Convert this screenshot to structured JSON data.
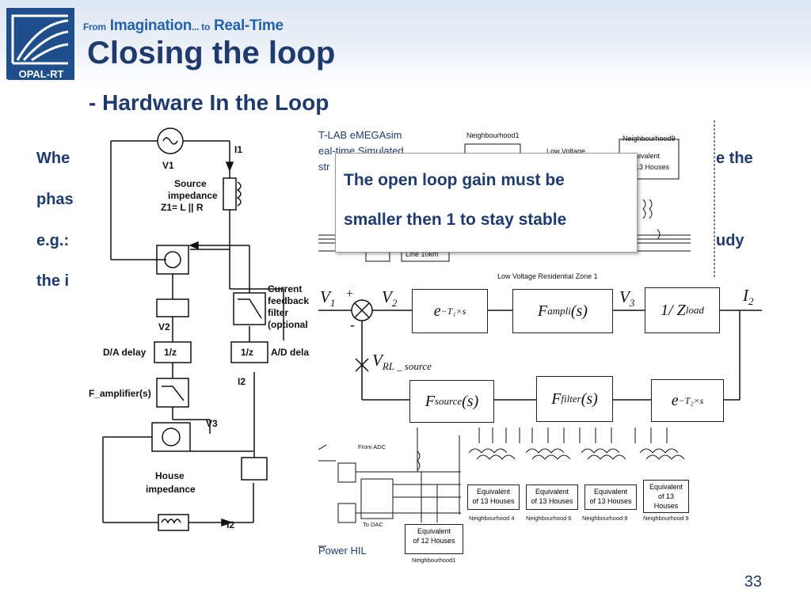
{
  "header": {
    "logo_text": "OPAL-RT",
    "tagline_from": "From",
    "tagline_imagination": "Imagination",
    "tagline_ellipsis_to": "... to",
    "tagline_realtime": "Real-Time"
  },
  "slide": {
    "title": "Closing the loop",
    "subtitle": "- Hardware In the Loop",
    "body_lines": [
      "Whe",
      "phas",
      "e.g.:",
      "the i"
    ],
    "body_right_fragments": [
      "e the",
      "udy"
    ],
    "page_number": "33"
  },
  "callout": {
    "line1": "The open loop gain must be",
    "line2": "smaller then 1 to stay stable"
  },
  "left_diagram": {
    "labels": {
      "v1": "V1",
      "i1": "I1",
      "source_impedance": "Source",
      "source_impedance2": "impedance",
      "z1": "Z1= L || R",
      "current_fb1": "Current",
      "current_fb2": "feedback",
      "current_fb3": "filter",
      "current_fb4": "(optional",
      "v2": "V2",
      "da_delay": "D/A delay",
      "ad_delay": "A/D dela",
      "z_block1": "1/z",
      "z_block2": "1/z",
      "i2a": "I2",
      "f_amplifier": "F_amplifier(s)",
      "v3": "V3",
      "house": "House",
      "house_imp": "impedance",
      "i2b": "I2"
    }
  },
  "network_top": {
    "lab_line1": "T-LAB eMEGAsim",
    "lab_line2": "eal-time Simulated",
    "lab_line3": "str",
    "neighbourhood1": "Neighbourhood1",
    "neighbourhood9": "Neighbourhood9",
    "low_voltage": "Low Voltage",
    "equivalent": "uivalent",
    "houses13": "13 Houses",
    "line10km": "Line 10km",
    "zone": "Low Voltage Residential Zone 1"
  },
  "block_diagram": {
    "v1": "V",
    "v1_sub": "1",
    "plus": "+",
    "minus": "-",
    "v2": "V",
    "v2_sub": "2",
    "delay1": "e",
    "delay1_exp": "−T₁×s",
    "f_ampli": "F",
    "f_ampli_sub": "ampli",
    "f_ampli_arg": "(s)",
    "v3": "V",
    "v3_sub": "3",
    "z_load": "1/ Z",
    "z_load_sub": "load",
    "i2": "I",
    "i2_sub": "2",
    "vrl": "V",
    "vrl_sub": "RL _ source",
    "f_source": "F",
    "f_source_sub": "source",
    "f_source_arg": "(s)",
    "f_filter": "F",
    "f_filter_sub": "filter",
    "f_filter_arg": "(s)",
    "delay2": "e",
    "delay2_exp": "−T₂×s"
  },
  "network_bottom": {
    "from_adc": "From ADC",
    "to_dac": "To DAC",
    "power_hil": "Power HIL",
    "eq12": "Equivalent",
    "eq12b": "of 12 Houses",
    "nb1": "Neighbourhood1",
    "eq_a1": "Equivalent",
    "eq_a2": "of 13 Houses",
    "nb4": "Neighbourhood 4",
    "eq_b1": "Equivalent",
    "eq_b2": "of 13 Houses",
    "nb6": "Neighbourhood 6",
    "eq_c1": "Equivalent",
    "eq_c2": "of 13 Houses",
    "nb8": "Neighbourhood 8",
    "eq_d1": "Equivalent",
    "eq_d2": "of 13",
    "eq_d3": "Houses",
    "nb9": "Neighbourhood 9"
  }
}
